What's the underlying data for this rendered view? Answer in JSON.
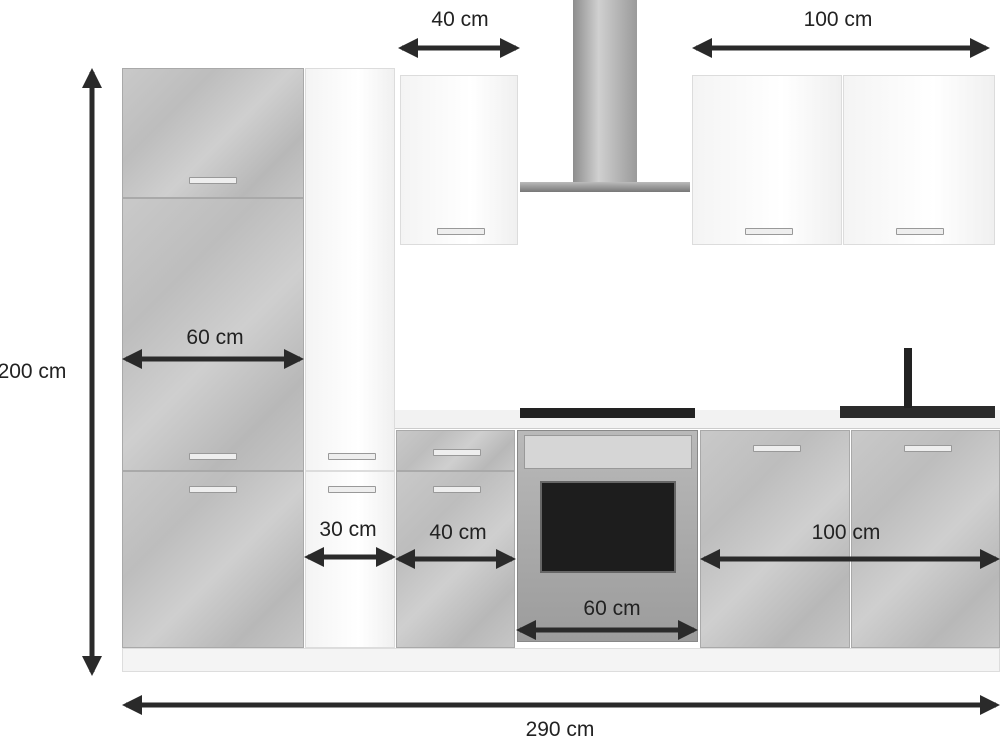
{
  "dimensions": {
    "height_total": "200 cm",
    "width_total": "290 cm",
    "upper_single": "40 cm",
    "upper_double": "100 cm",
    "tall_cabinet": "60 cm",
    "narrow_cabinet": "30 cm",
    "base_single": "40 cm",
    "oven": "60 cm",
    "base_double": "100 cm"
  },
  "colors": {
    "concrete": "#c4c4c4",
    "white": "#ffffff",
    "arrow": "#2a2a2a",
    "steel": "#a8a8a8"
  }
}
